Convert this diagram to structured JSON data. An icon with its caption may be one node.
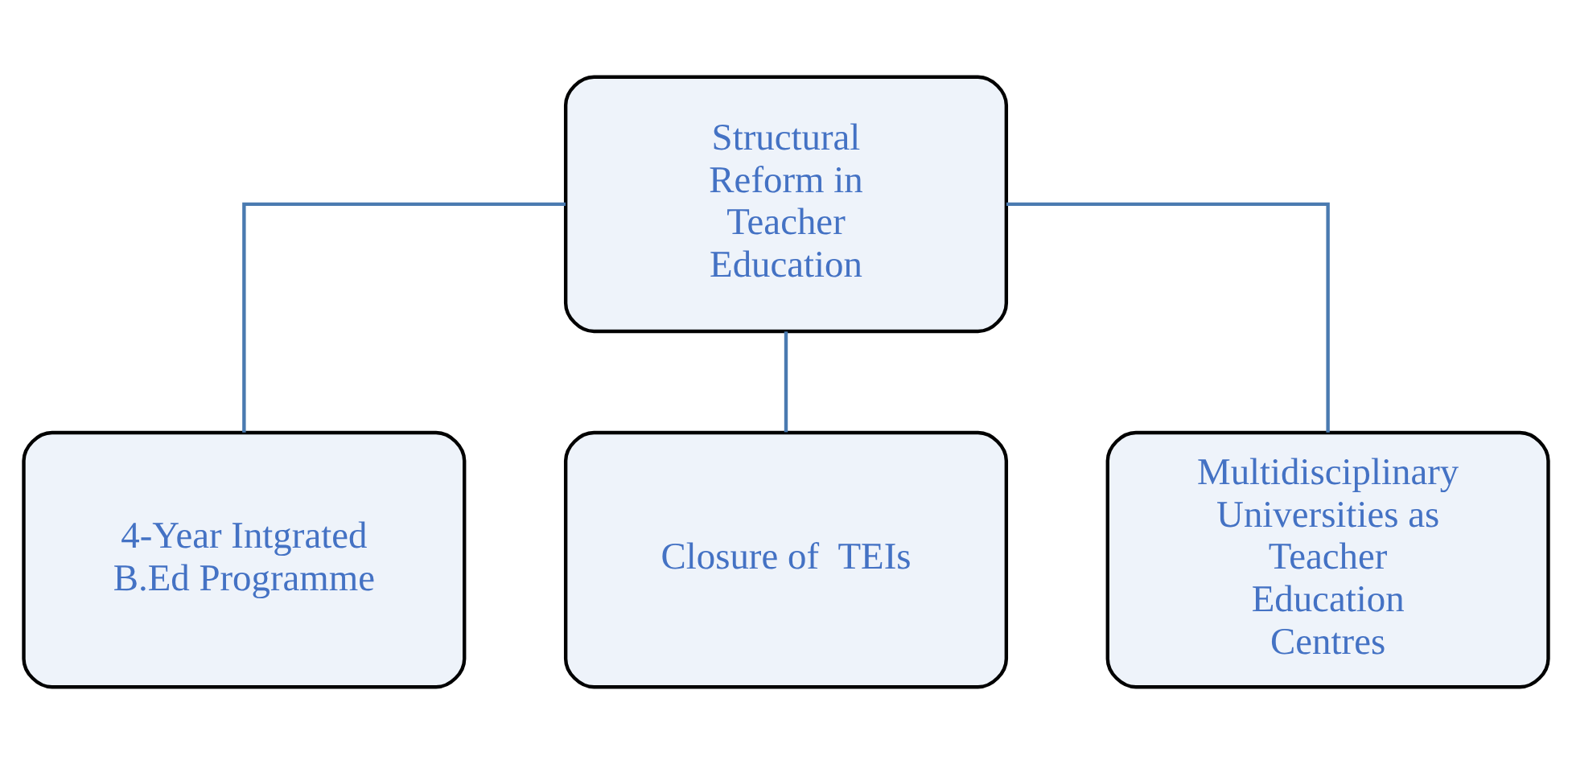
{
  "diagram": {
    "nodes": [
      {
        "text": [
          "Structural Reform in Teacher Education"
        ]
      },
      {
        "text": [
          "4-Year Intgrated B.Ed Programme"
        ]
      },
      {
        "text": [
          "Closure of  TEIs"
        ]
      },
      {
        "text": [
          "Multidisciplinary Universities as Teacher Education Centres"
        ]
      }
    ],
    "edges": [
      {
        "from": 0,
        "to": 1,
        "arrow": "none"
      },
      {
        "from": 0,
        "to": 2,
        "arrow": "none"
      },
      {
        "from": 0,
        "to": 3,
        "arrow": "none"
      }
    ]
  }
}
